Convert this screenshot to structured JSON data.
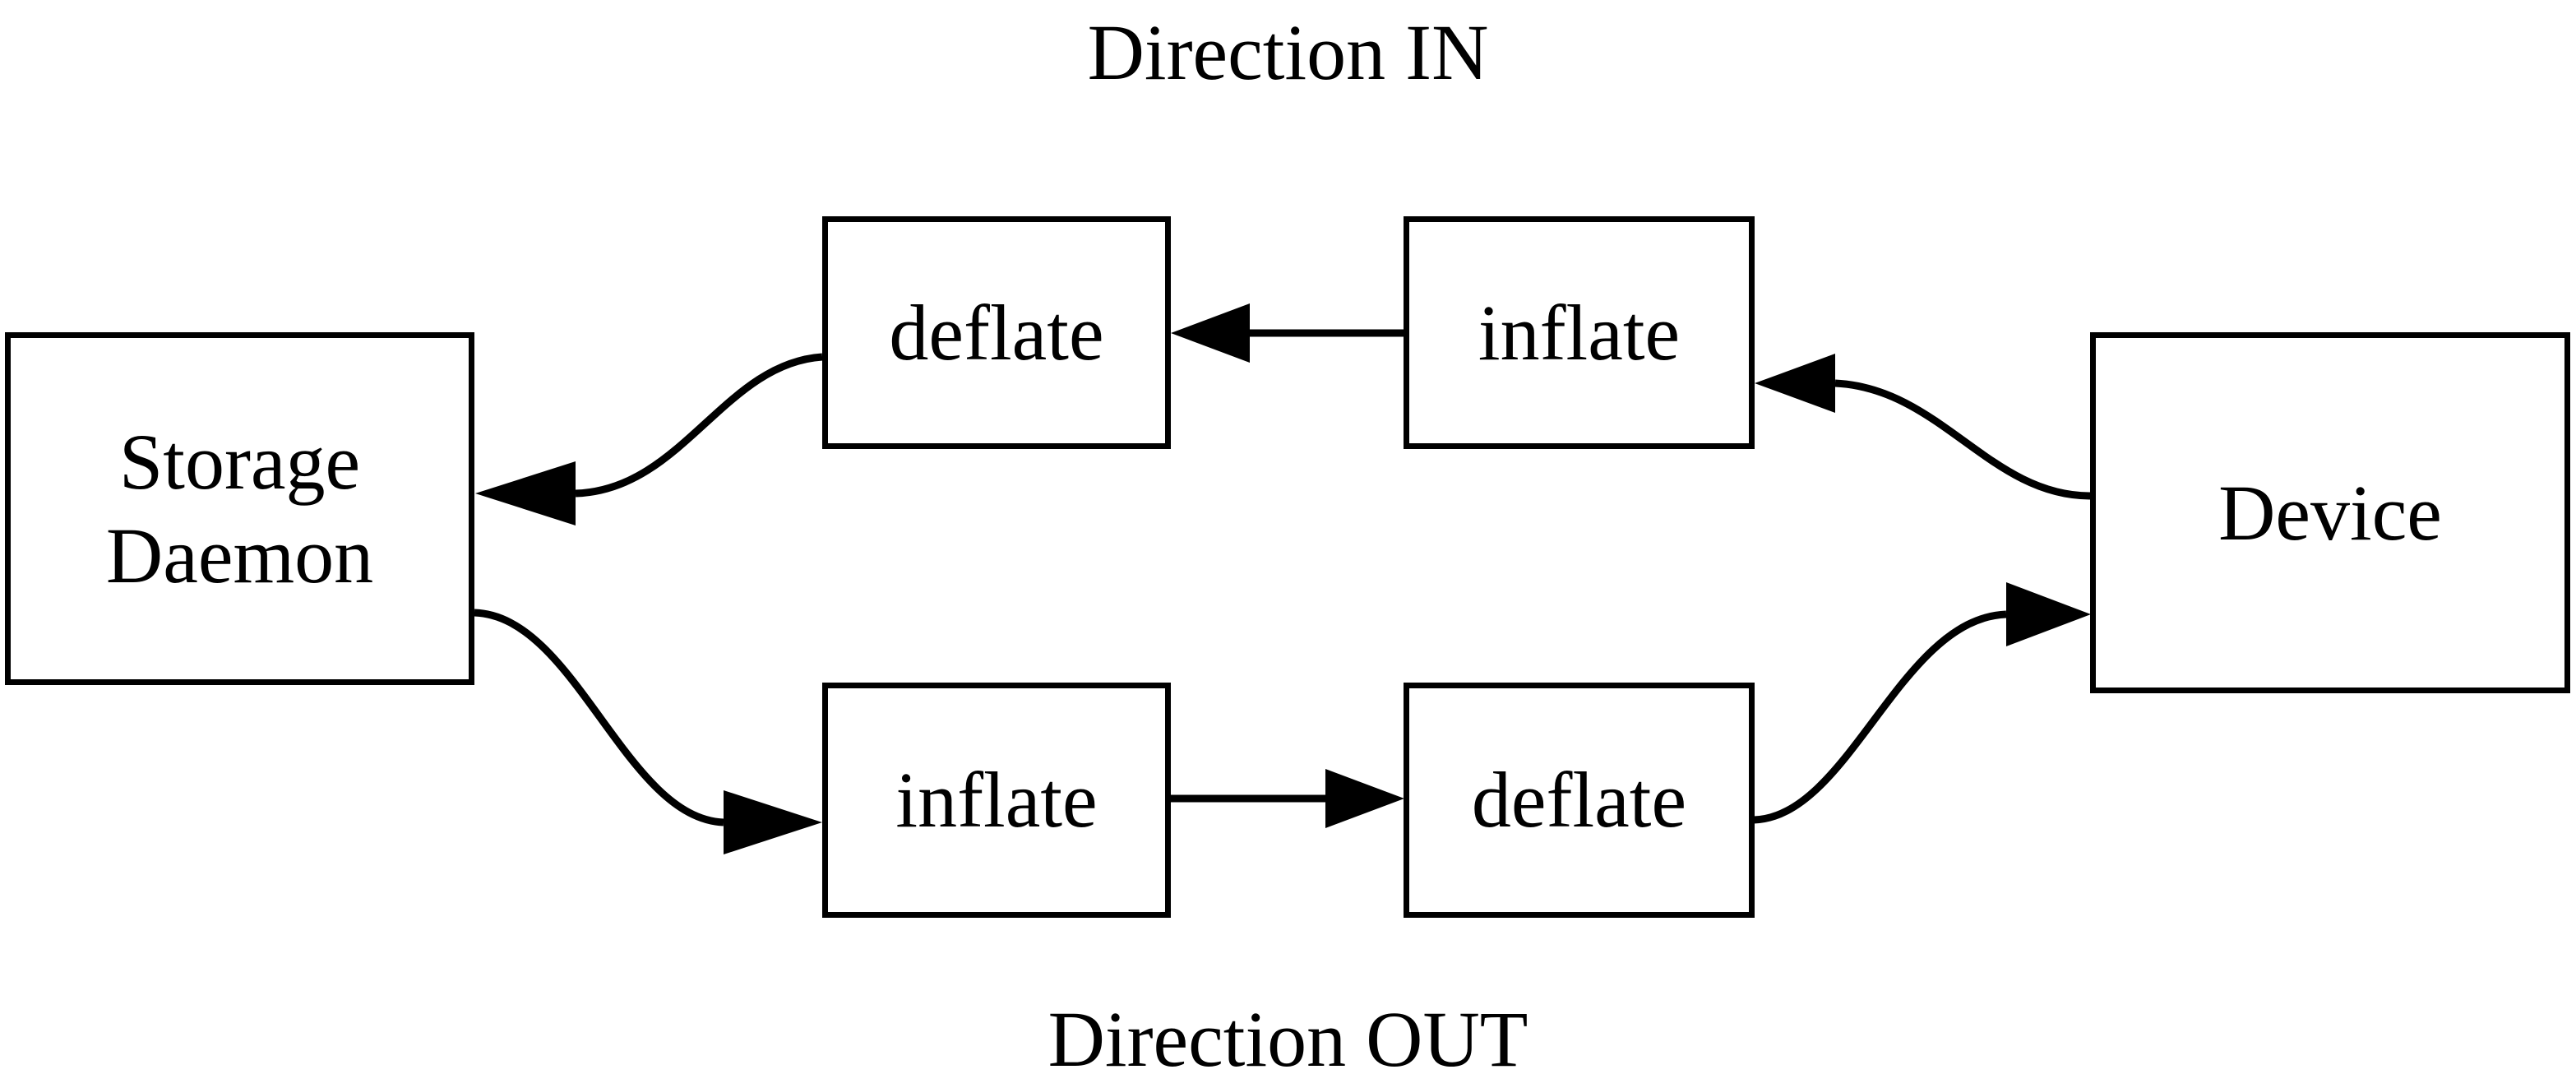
{
  "diagram": {
    "title_top": "Direction IN",
    "title_bottom": "Direction OUT",
    "stroke_color": "#000000",
    "fill_color": "#ffffff",
    "nodes": {
      "storage_daemon": {
        "label_line1": "Storage",
        "label_line2": "Daemon"
      },
      "deflate_in": {
        "label": "deflate"
      },
      "inflate_in": {
        "label": "inflate"
      },
      "device": {
        "label": "Device"
      },
      "inflate_out": {
        "label": "inflate"
      },
      "deflate_out": {
        "label": "deflate"
      }
    },
    "edges": [
      {
        "name": "device-to-inflate-in",
        "from": "Device",
        "to": "inflate",
        "direction": "right-to-left",
        "style": "curved",
        "arrowhead": "left"
      },
      {
        "name": "inflate-in-to-deflate-in",
        "from": "inflate",
        "to": "deflate",
        "direction": "right-to-left",
        "style": "straight",
        "arrowhead": "left"
      },
      {
        "name": "deflate-in-to-storage-daemon",
        "from": "deflate",
        "to": "Storage Daemon",
        "direction": "right-to-left",
        "style": "curved",
        "arrowhead": "left"
      },
      {
        "name": "storage-daemon-to-inflate-out",
        "from": "Storage Daemon",
        "to": "inflate",
        "direction": "left-to-right",
        "style": "curved",
        "arrowhead": "right"
      },
      {
        "name": "inflate-out-to-deflate-out",
        "from": "inflate",
        "to": "deflate",
        "direction": "left-to-right",
        "style": "straight",
        "arrowhead": "right"
      },
      {
        "name": "deflate-out-to-device",
        "from": "deflate",
        "to": "Device",
        "direction": "left-to-right",
        "style": "curved",
        "arrowhead": "right"
      }
    ]
  }
}
